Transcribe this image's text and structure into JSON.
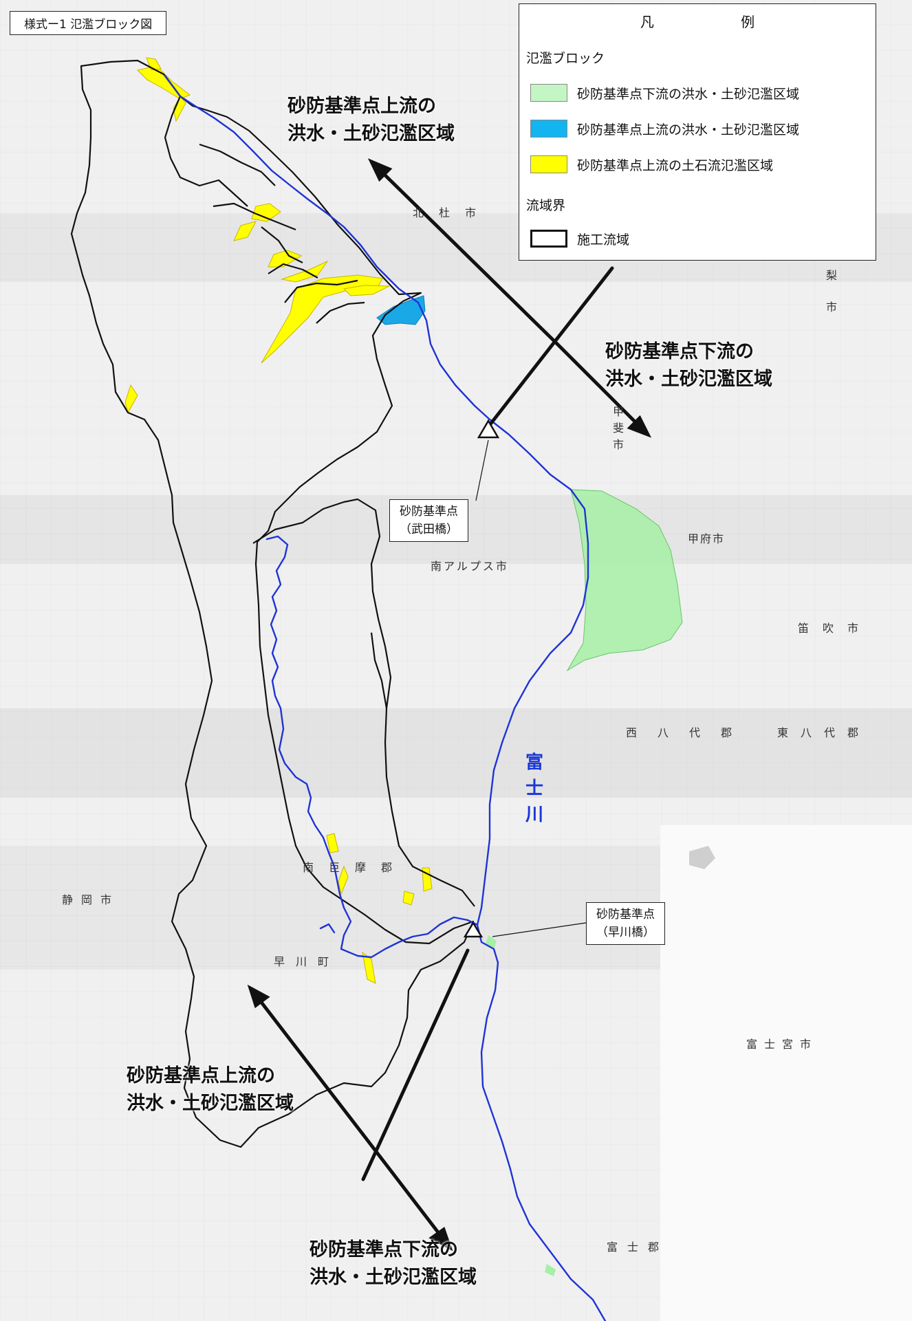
{
  "title": "様式ー1 氾濫ブロック図",
  "legend": {
    "heading": "凡 例",
    "section_flood": "氾濫ブロック",
    "items": [
      {
        "label": "砂防基準点下流の洪水・土砂氾濫区域",
        "color": "#c4f5c4"
      },
      {
        "label": "砂防基準点上流の洪水・土砂氾濫区域",
        "color": "#13b4f0"
      },
      {
        "label": "砂防基準点上流の土石流氾濫区域",
        "color": "#ffff00"
      }
    ],
    "section_basin": "流域界",
    "basin_item": "施工流域"
  },
  "zone_labels": {
    "upper_north_line1": "砂防基準点上流の",
    "upper_north_line2": "洪水・土砂氾濫区域",
    "lower_east_line1": "砂防基準点下流の",
    "lower_east_line2": "洪水・土砂氾濫区域",
    "upper_south_line1": "砂防基準点上流の",
    "upper_south_line2": "洪水・土砂氾濫区域",
    "lower_south_line1": "砂防基準点下流の",
    "lower_south_line2": "洪水・土砂氾濫区域"
  },
  "reference_points": [
    {
      "line1": "砂防基準点",
      "line2": "（武田橋）"
    },
    {
      "line1": "砂防基準点",
      "line2": "（早川橋）"
    }
  ],
  "river_name": "富士川",
  "place_names": {
    "hokuto": "北杜市",
    "yamanashi": "梨市",
    "kai": "甲斐市",
    "kofu": "甲府市",
    "fuefuki": "笛吹市",
    "minami_alps": "南アルプス市",
    "nishiyatsushiro": "西八代郡",
    "higashiyatsushiro": "東八代郡",
    "minamikoma": "南巨摩郡",
    "hayakawa": "早川町",
    "shizuoka": "静岡市",
    "fujinomiya": "富士宮市",
    "fuji_gun": "富士郡"
  },
  "colors": {
    "river": "#1f33d6",
    "boundary": "#111111",
    "flood_lower": "#a6f0a6",
    "flood_upper": "#1aa8e6",
    "debris": "#ffff00"
  }
}
